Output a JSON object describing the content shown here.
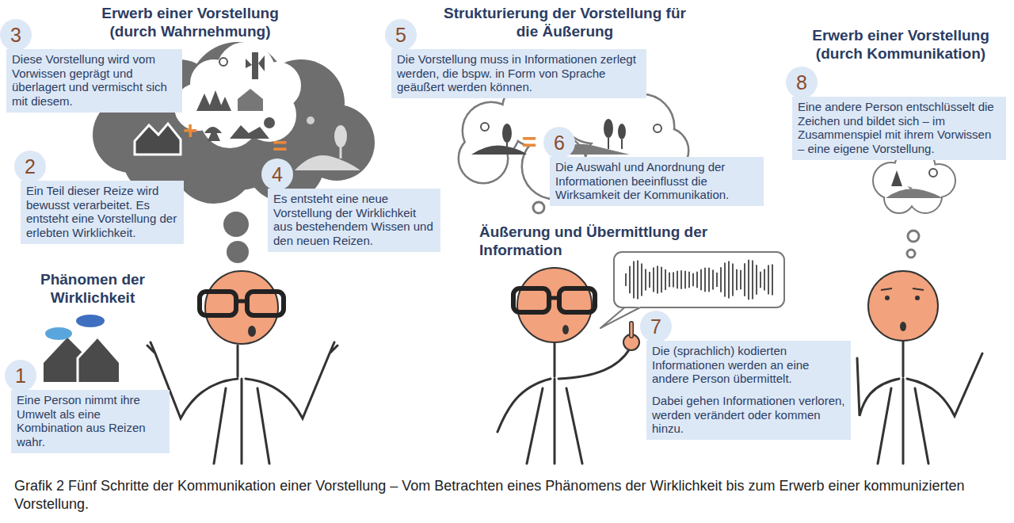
{
  "diagram": {
    "caption": "Grafik 2 Fünf Schritte der Kommunikation einer Vorstellung – Vom Betrachten eines Phänomens der Wirklichkeit bis zum Erwerb einer kommunizierten Vorstellung.",
    "nodes": [
      {
        "text": [
          "1",
          "Eine Person nimmt ihre Umwelt als eine Kombination aus Reizen wahr."
        ]
      },
      {
        "text": [
          "2",
          "Ein Teil dieser Reize wird bewusst verarbeitet. Es entsteht eine Vorstellung der erlebten Wirklichkeit."
        ]
      },
      {
        "text": [
          "3",
          "Diese Vorstellung wird vom Vorwissen geprägt und überlagert und vermischt sich mit diesem."
        ]
      },
      {
        "text": [
          "4",
          "Es entsteht eine neue Vorstellung der Wirklichkeit aus bestehendem Wissen und den neuen Reizen."
        ]
      },
      {
        "text": [
          "5",
          "Die Vorstellung muss in Informationen zerlegt werden, die bspw. in Form von Sprache geäußert werden können."
        ]
      },
      {
        "text": [
          "6",
          "Die Auswahl und Anordnung der Informationen beeinflusst die Wirksamkeit der Kommunikation."
        ]
      },
      {
        "text": [
          "7",
          "Die (sprachlich) kodierten Informationen werden an eine andere Person übermittelt.",
          "Dabei gehen Informationen verloren, werden verändert oder kommen hinzu."
        ]
      },
      {
        "text": [
          "8",
          "Eine andere Person entschlüsselt die Zeichen und bildet sich – im Zusammenspiel mit ihrem Vorwissen – eine eigene Vorstellung."
        ]
      }
    ],
    "labels": [
      "Erwerb einer Vorstellung (durch Wahrnehmung)",
      "Phänomen der Wirklichkeit",
      "Strukturierung der Vorstellung für die Äußerung",
      "Äußerung und Übermittlung der Information",
      "Erwerb einer Vorstellung (durch Kommunikation)",
      "+",
      "=",
      "="
    ]
  }
}
